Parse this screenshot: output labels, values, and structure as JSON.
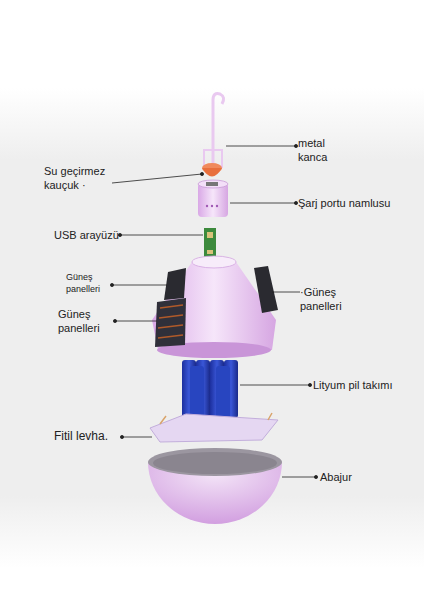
{
  "diagram": {
    "labels": [
      "metal kanca",
      "Su geçirmez kauçuk ·",
      "Şarj portu namlusu",
      "USB arayüzü",
      "Güneş panelleri",
      "Güneş panelleri",
      "·Güneş panelleri",
      "Lityum pil takımı",
      "Fitil levha.",
      "Abajur"
    ]
  }
}
